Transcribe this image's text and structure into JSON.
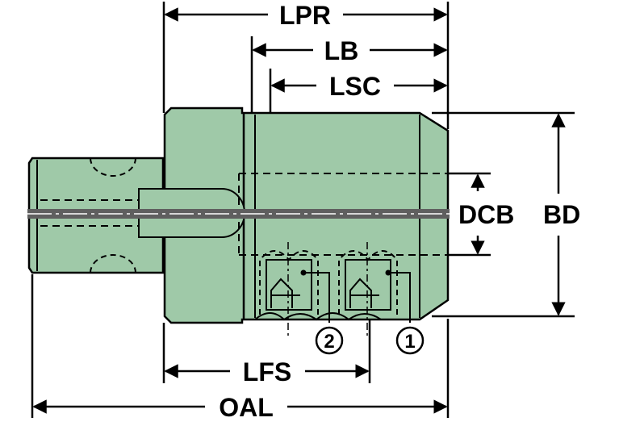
{
  "diagram": {
    "colors": {
      "body_fill": "#9fc9a8",
      "outline": "#000000",
      "background": "#ffffff",
      "centerline_band": "#5f5f5f"
    },
    "dimensions": {
      "lpr": "LPR",
      "lb": "LB",
      "lsc": "LSC",
      "dcb": "DCB",
      "bd": "BD",
      "lfs": "LFS",
      "oal": "OAL"
    },
    "callouts": {
      "first": "1",
      "second": "2"
    }
  }
}
